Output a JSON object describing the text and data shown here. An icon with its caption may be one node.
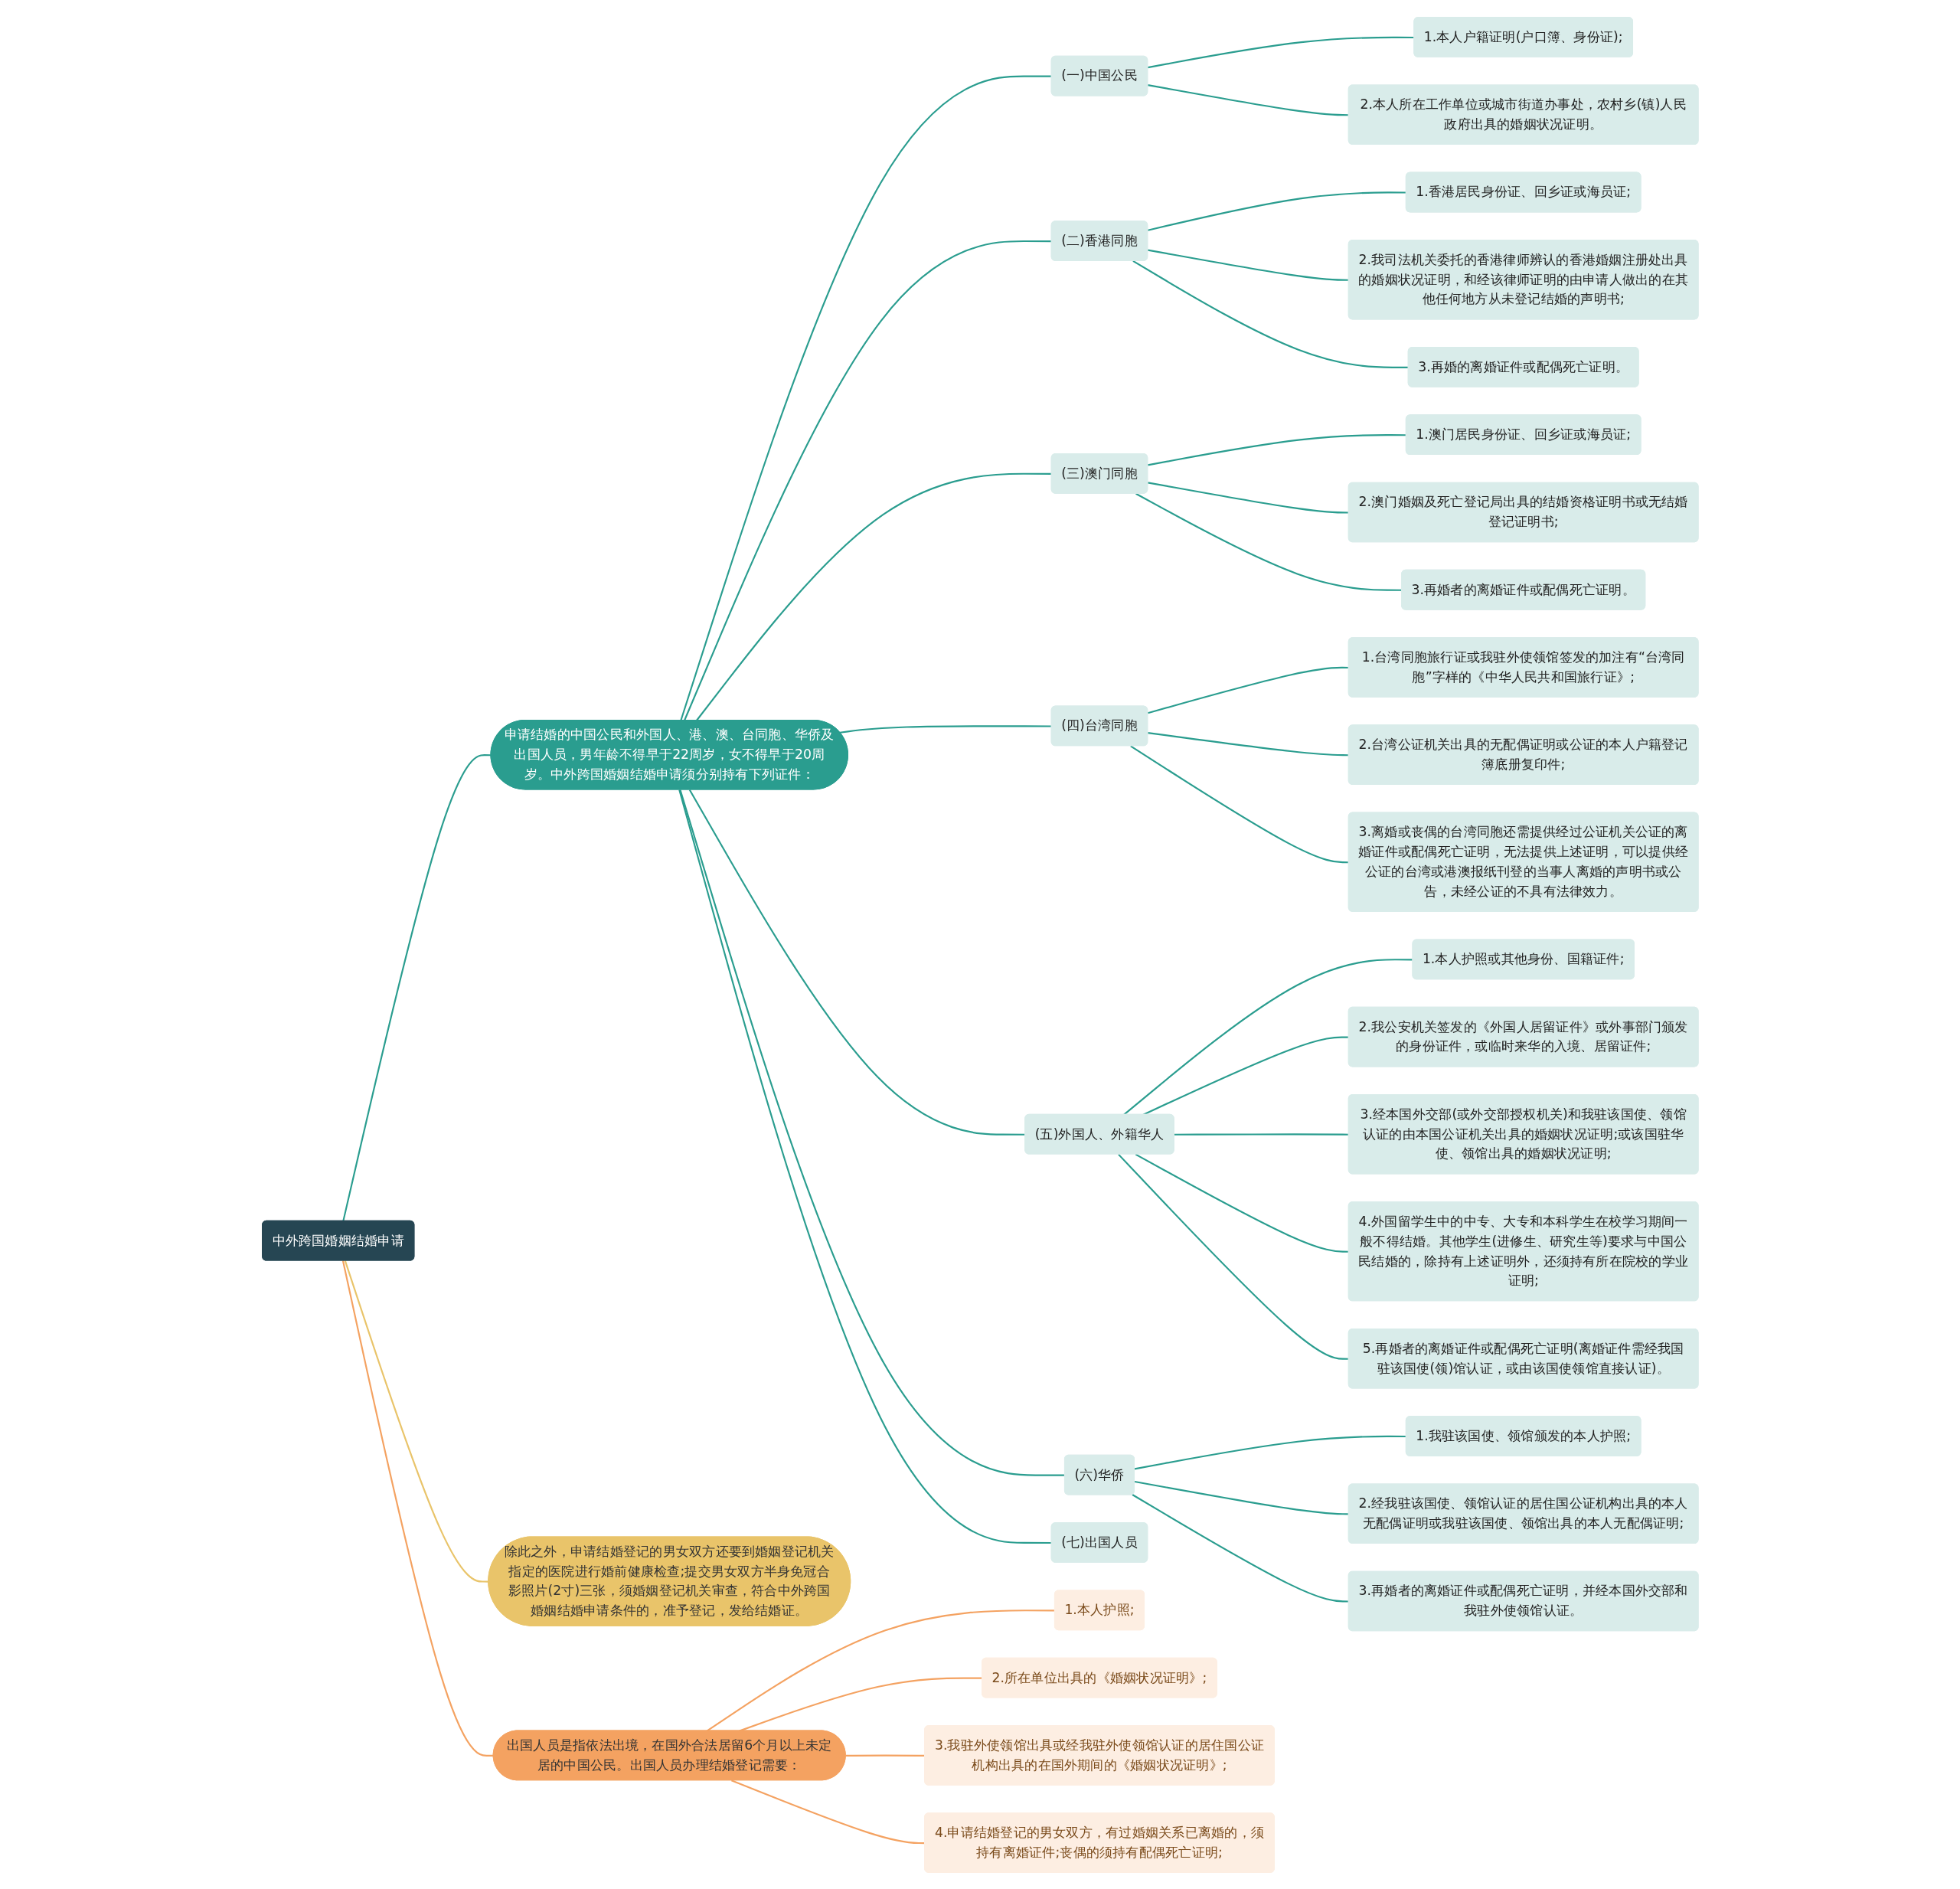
{
  "diagram": {
    "nodes": [
      {
        "text": [
          "中外跨国婚姻结婚申请"
        ]
      },
      {
        "text": [
          "申请结婚的中国公民和外国人、港、澳、台同胞、华侨及出国人员，男年龄不得早于22周岁，女不得早于20周岁。中外跨国婚姻结婚申请须分别持有下列证件："
        ]
      },
      {
        "text": [
          "(一)中国公民"
        ]
      },
      {
        "text": [
          "1.本人户籍证明(户口簿、身份证);"
        ]
      },
      {
        "text": [
          "2.本人所在工作单位或城市街道办事处，农村乡(镇)人民政府出具的婚姻状况证明。"
        ]
      },
      {
        "text": [
          "(二)香港同胞"
        ]
      },
      {
        "text": [
          "1.香港居民身份证、回乡证或海员证;"
        ]
      },
      {
        "text": [
          "2.我司法机关委托的香港律师辨认的香港婚姻注册处出具的婚姻状况证明，和经该律师证明的由申请人做出的在其他任何地方从未登记结婚的声明书;"
        ]
      },
      {
        "text": [
          "3.再婚的离婚证件或配偶死亡证明。"
        ]
      },
      {
        "text": [
          "(三)澳门同胞"
        ]
      },
      {
        "text": [
          "1.澳门居民身份证、回乡证或海员证;"
        ]
      },
      {
        "text": [
          "2.澳门婚姻及死亡登记局出具的结婚资格证明书或无结婚登记证明书;"
        ]
      },
      {
        "text": [
          "3.再婚者的离婚证件或配偶死亡证明。"
        ]
      },
      {
        "text": [
          "(四)台湾同胞"
        ]
      },
      {
        "text": [
          "1.台湾同胞旅行证或我驻外使领馆签发的加注有“台湾同胞”字样的《中华人民共和国旅行证》;"
        ]
      },
      {
        "text": [
          "2.台湾公证机关出具的无配偶证明或公证的本人户籍登记簿底册复印件;"
        ]
      },
      {
        "text": [
          "3.离婚或丧偶的台湾同胞还需提供经过公证机关公证的离婚证件或配偶死亡证明，无法提供上述证明，可以提供经公证的台湾或港澳报纸刊登的当事人离婚的声明书或公告，未经公证的不具有法律效力。"
        ]
      },
      {
        "text": [
          "(五)外国人、外籍华人"
        ]
      },
      {
        "text": [
          "1.本人护照或其他身份、国籍证件;"
        ]
      },
      {
        "text": [
          "2.我公安机关签发的《外国人居留证件》或外事部门颁发的身份证件，或临时来华的入境、居留证件;"
        ]
      },
      {
        "text": [
          "3.经本国外交部(或外交部授权机关)和我驻该国使、领馆认证的由本国公证机关出具的婚姻状况证明;或该国驻华使、领馆出具的婚姻状况证明;"
        ]
      },
      {
        "text": [
          "4.外国留学生中的中专、大专和本科学生在校学习期间一般不得结婚。其他学生(进修生、研究生等)要求与中国公民结婚的，除持有上述证明外，还须持有所在院校的学业证明;"
        ]
      },
      {
        "text": [
          "5.再婚者的离婚证件或配偶死亡证明(离婚证件需经我国驻该国使(领)馆认证，或由该国使领馆直接认证)。"
        ]
      },
      {
        "text": [
          "(六)华侨"
        ]
      },
      {
        "text": [
          "1.我驻该国使、领馆颁发的本人护照;"
        ]
      },
      {
        "text": [
          "2.经我驻该国使、领馆认证的居住国公证机构出具的本人无配偶证明或我驻该国使、领馆出具的本人无配偶证明;"
        ]
      },
      {
        "text": [
          "3.再婚者的离婚证件或配偶死亡证明，并经本国外交部和我驻外使领馆认证。"
        ]
      },
      {
        "text": [
          "(七)出国人员"
        ]
      },
      {
        "text": [
          "除此之外，申请结婚登记的男女双方还要到婚姻登记机关指定的医院进行婚前健康检查;提交男女双方半身免冠合影照片(2寸)三张，须婚姻登记机关审查，符合中外跨国婚姻结婚申请条件的，准予登记，发给结婚证。"
        ]
      },
      {
        "text": [
          "出国人员是指依法出境，在国外合法居留6个月以上未定居的中国公民。出国人员办理结婚登记需要："
        ]
      },
      {
        "text": [
          "1.本人护照;"
        ]
      },
      {
        "text": [
          "2.所在单位出具的《婚姻状况证明》;"
        ]
      },
      {
        "text": [
          "3.我驻外使领馆出具或经我驻外使领馆认证的居住国公证机构出具的在国外期间的《婚姻状况证明》;"
        ]
      },
      {
        "text": [
          "4.申请结婚登记的男女双方，有过婚姻关系已离婚的，须持有离婚证件;丧偶的须持有配偶死亡证明;"
        ]
      }
    ],
    "edges": [
      {
        "from": 0,
        "to": 1,
        "arrow": "none"
      },
      {
        "from": 1,
        "to": 2,
        "arrow": "none"
      },
      {
        "from": 2,
        "to": 3,
        "arrow": "none"
      },
      {
        "from": 2,
        "to": 4,
        "arrow": "none"
      },
      {
        "from": 1,
        "to": 5,
        "arrow": "none"
      },
      {
        "from": 5,
        "to": 6,
        "arrow": "none"
      },
      {
        "from": 5,
        "to": 7,
        "arrow": "none"
      },
      {
        "from": 5,
        "to": 8,
        "arrow": "none"
      },
      {
        "from": 1,
        "to": 9,
        "arrow": "none"
      },
      {
        "from": 9,
        "to": 10,
        "arrow": "none"
      },
      {
        "from": 9,
        "to": 11,
        "arrow": "none"
      },
      {
        "from": 9,
        "to": 12,
        "arrow": "none"
      },
      {
        "from": 1,
        "to": 13,
        "arrow": "none"
      },
      {
        "from": 13,
        "to": 14,
        "arrow": "none"
      },
      {
        "from": 13,
        "to": 15,
        "arrow": "none"
      },
      {
        "from": 13,
        "to": 16,
        "arrow": "none"
      },
      {
        "from": 1,
        "to": 17,
        "arrow": "none"
      },
      {
        "from": 17,
        "to": 18,
        "arrow": "none"
      },
      {
        "from": 17,
        "to": 19,
        "arrow": "none"
      },
      {
        "from": 17,
        "to": 20,
        "arrow": "none"
      },
      {
        "from": 17,
        "to": 21,
        "arrow": "none"
      },
      {
        "from": 17,
        "to": 22,
        "arrow": "none"
      },
      {
        "from": 1,
        "to": 23,
        "arrow": "none"
      },
      {
        "from": 23,
        "to": 24,
        "arrow": "none"
      },
      {
        "from": 23,
        "to": 25,
        "arrow": "none"
      },
      {
        "from": 23,
        "to": 26,
        "arrow": "none"
      },
      {
        "from": 1,
        "to": 27,
        "arrow": "none"
      },
      {
        "from": 0,
        "to": 28,
        "arrow": "none",
        "color": "#e9c46a"
      },
      {
        "from": 0,
        "to": 29,
        "arrow": "none",
        "color": "#f4a261"
      },
      {
        "from": 29,
        "to": 30,
        "arrow": "none",
        "color": "#f4a261"
      },
      {
        "from": 29,
        "to": 31,
        "arrow": "none",
        "color": "#f4a261"
      },
      {
        "from": 29,
        "to": 32,
        "arrow": "none",
        "color": "#f4a261"
      },
      {
        "from": 29,
        "to": 33,
        "arrow": "none",
        "color": "#f4a261"
      }
    ]
  }
}
